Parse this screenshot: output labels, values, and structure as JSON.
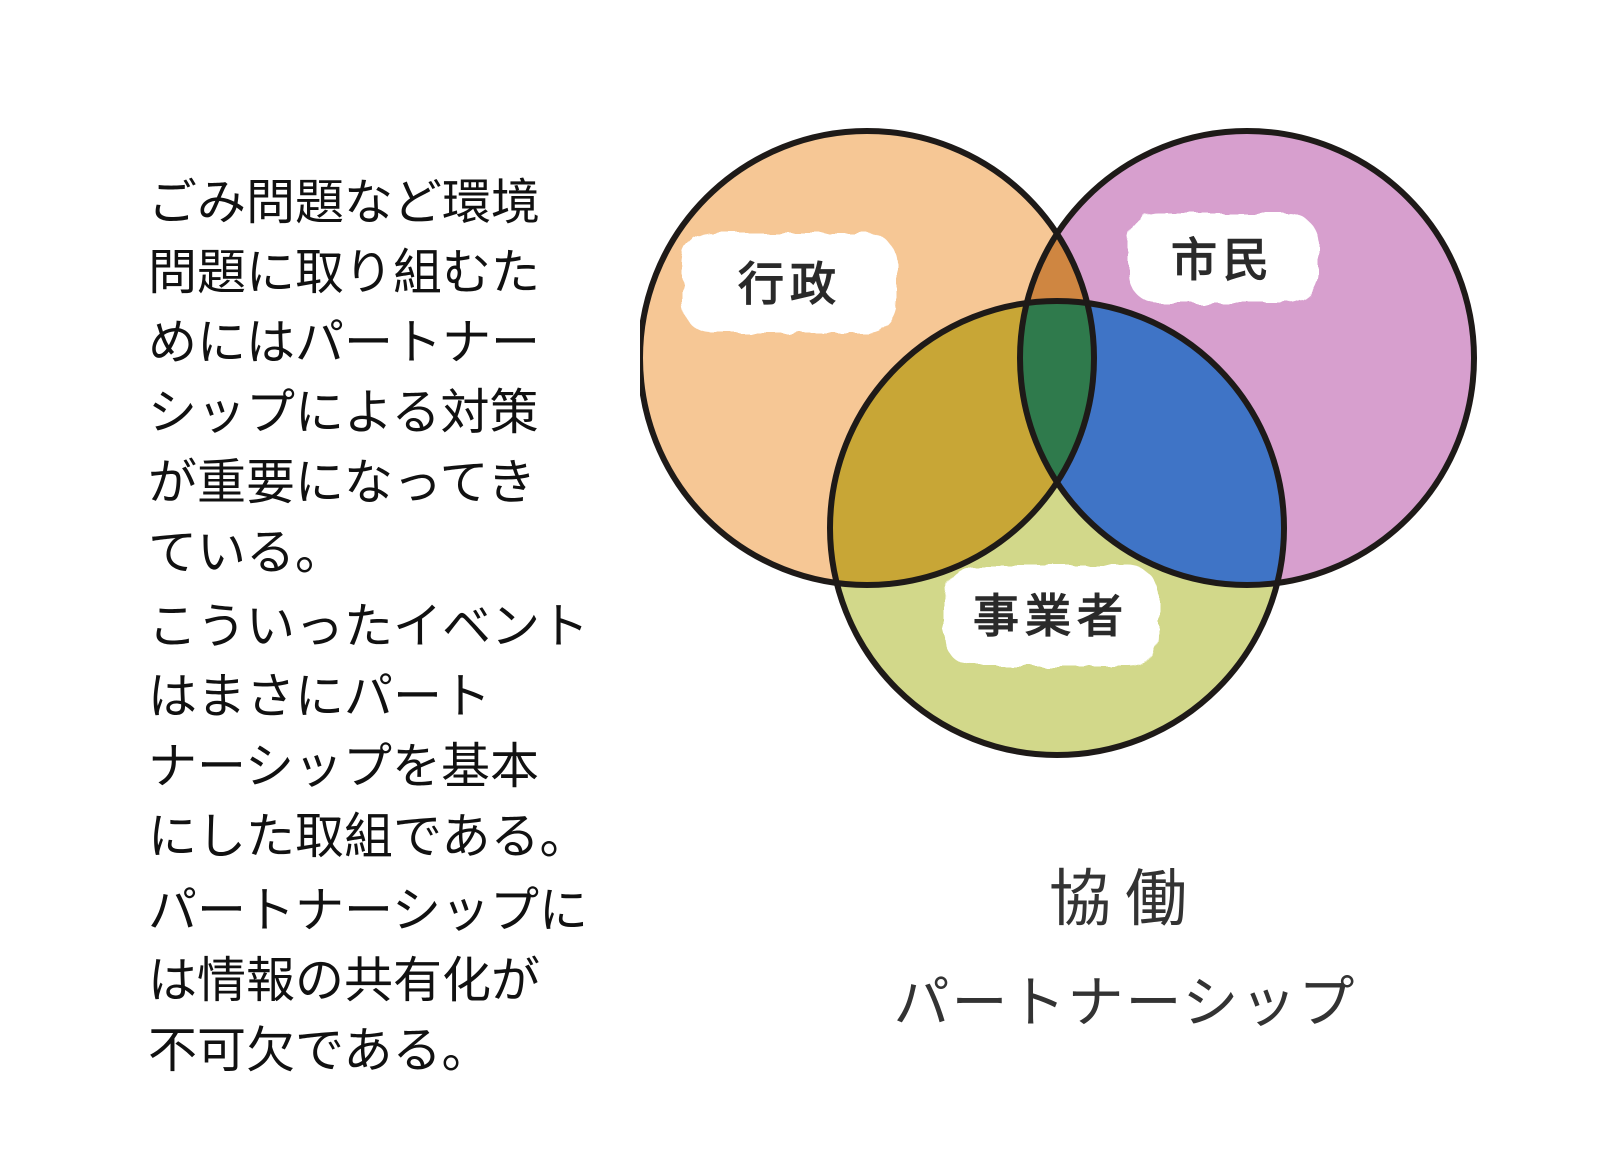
{
  "text": {
    "paragraphs": [
      {
        "lines": [
          "ごみ問題など環境",
          "問題に取り組むた",
          "めにはパートナー",
          "シップによる対策",
          "が重要になってき",
          "ている。"
        ]
      },
      {
        "lines": [
          "こういったイベント",
          "はまさにパート",
          "ナーシップを基本",
          "にした取組である。"
        ]
      },
      {
        "lines": [
          "パートナーシップに",
          "は情報の共有化が",
          "不可欠である。"
        ]
      }
    ]
  },
  "diagram": {
    "circles": [
      {
        "id": "gyosei",
        "label": "行政",
        "color": "#f6c795"
      },
      {
        "id": "shimin",
        "label": "市民",
        "color": "#d79fce"
      },
      {
        "id": "jigyosha",
        "label": "事業者",
        "color": "#d2d88a"
      }
    ],
    "overlap_colors": {
      "gyosei_shimin": "#cf8641",
      "gyosei_jigyosha": "#c8a636",
      "shimin_jigyosha": "#3f74c6",
      "center": "#2f7a4c"
    },
    "caption": {
      "kanji": "協働",
      "katakana": "パートナーシップ"
    }
  }
}
